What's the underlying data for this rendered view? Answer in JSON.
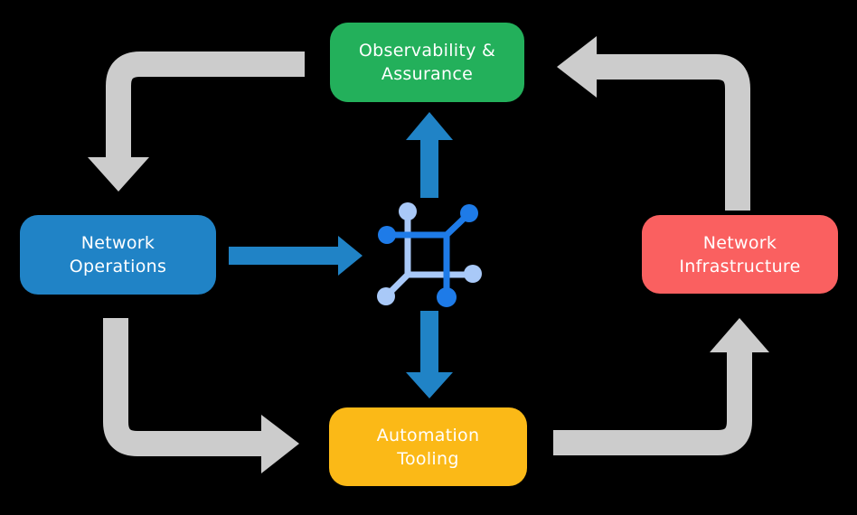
{
  "colors": {
    "background": "#000000",
    "text": "#FFFFFF",
    "green": "#23B05B",
    "blue": "#2083C6",
    "red": "#FA6060",
    "yellow": "#FBB917",
    "arrow_gray": "#CCCCCC",
    "icon_bright": "#1E7BE8",
    "icon_light": "#A9C9F8"
  },
  "nodes": {
    "observability": {
      "label": "Observability &\nAssurance",
      "color": "#23B05B"
    },
    "network_operations": {
      "label": "Network\nOperations",
      "color": "#2083C6"
    },
    "network_infrastructure": {
      "label": "Network\nInfrastructure",
      "color": "#FA6060"
    },
    "automation_tooling": {
      "label": "Automation\nTooling",
      "color": "#FBB917"
    }
  },
  "center": {
    "icon": "network-automation-icon"
  },
  "flows": [
    {
      "from": "observability",
      "to": "network_operations",
      "style": "gray-elbow",
      "direction": "left-then-down"
    },
    {
      "from": "network_operations",
      "to": "automation_tooling",
      "style": "gray-elbow",
      "direction": "down-then-right"
    },
    {
      "from": "automation_tooling",
      "to": "network_infrastructure",
      "style": "gray-elbow",
      "direction": "right-then-up"
    },
    {
      "from": "network_infrastructure",
      "to": "observability",
      "style": "gray-elbow",
      "direction": "up-then-left"
    },
    {
      "from": "network_operations",
      "to": "center_icon",
      "style": "blue-straight",
      "direction": "right"
    },
    {
      "from": "center_icon",
      "to": "observability",
      "style": "blue-straight",
      "direction": "up"
    },
    {
      "from": "center_icon",
      "to": "automation_tooling",
      "style": "blue-straight",
      "direction": "down"
    }
  ]
}
